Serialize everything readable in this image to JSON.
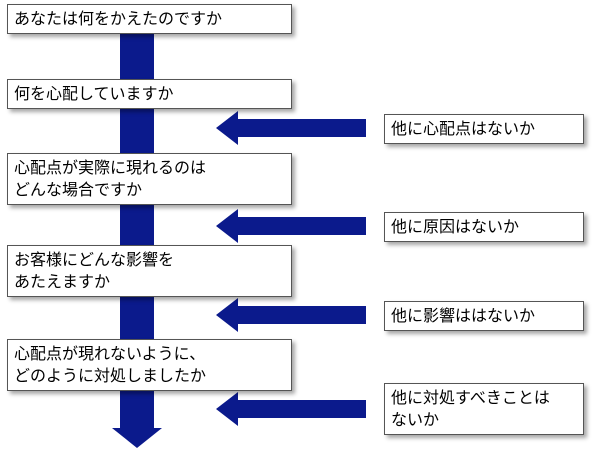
{
  "colors": {
    "arrow": "#0B1A8C",
    "border": "#555555"
  },
  "flow": {
    "step1": "あなたは何をかえたのですか",
    "step2": "何を心配していますか",
    "step3": "心配点が実際に現れるのは\nどんな場合ですか",
    "step4": "お客様にどんな影響を\nあたえますか",
    "step5": "心配点が現れないように、\nどのように対処しましたか"
  },
  "questions": {
    "q1": "他に心配点はないか",
    "q2": "他に原因はないか",
    "q3": "他に影響ははないか",
    "q4": "他に対処すべきことは\nないか"
  }
}
